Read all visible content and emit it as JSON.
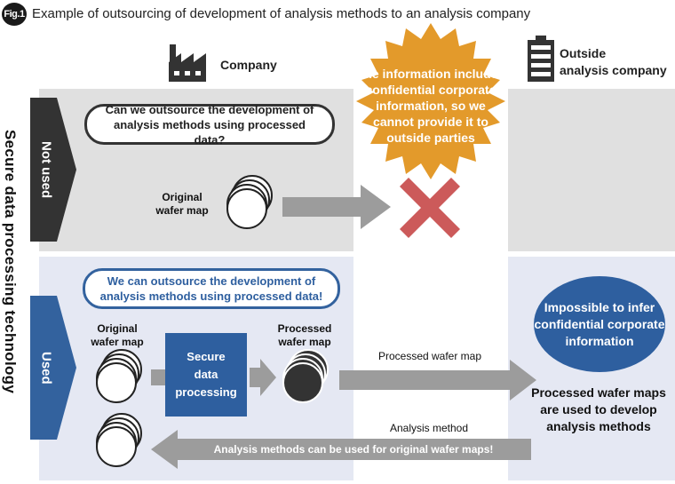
{
  "header": {
    "badge": "Fig.1",
    "title": "Example of outsourcing of development of analysis methods to an analysis company"
  },
  "side_label": "Secure data processing technology",
  "columns": {
    "company": "Company",
    "outside": "Outside\nanalysis company"
  },
  "not_used": {
    "label": "Not used",
    "question": "Can we outsource the development of analysis methods using processed data?",
    "original_label": "Original\nwafer map",
    "warning": "The information includes confidential corporate information, so we cannot provide it to outside parties"
  },
  "used": {
    "label": "Used",
    "statement": "We can outsource the development of analysis methods using processed data!",
    "original_label": "Original\nwafer map",
    "secure_box": "Secure\ndata\nprocessing",
    "processed_label": "Processed\nwafer map",
    "processed_arrow_label": "Processed wafer map",
    "infer_text": "Impossible to infer confidential corporate information",
    "develop_text": "Processed wafer maps are used to develop analysis methods",
    "analysis_method_label": "Analysis method",
    "return_arrow_text": "Analysis methods can be used for original wafer maps!"
  },
  "colors": {
    "dark_pentagon": "#333333",
    "blue_pentagon": "#33629e",
    "secure_box": "#2e5f9f",
    "starburst": "#e39a2b",
    "cross": "#cc5a5a",
    "arrow": "#9c9c9c",
    "oval": "#2e5f9f",
    "panel_gray": "#e0e0e0",
    "panel_blue": "#e5e8f3"
  },
  "icons": [
    "factory-icon",
    "building-icon",
    "cross-icon",
    "starburst-icon"
  ]
}
